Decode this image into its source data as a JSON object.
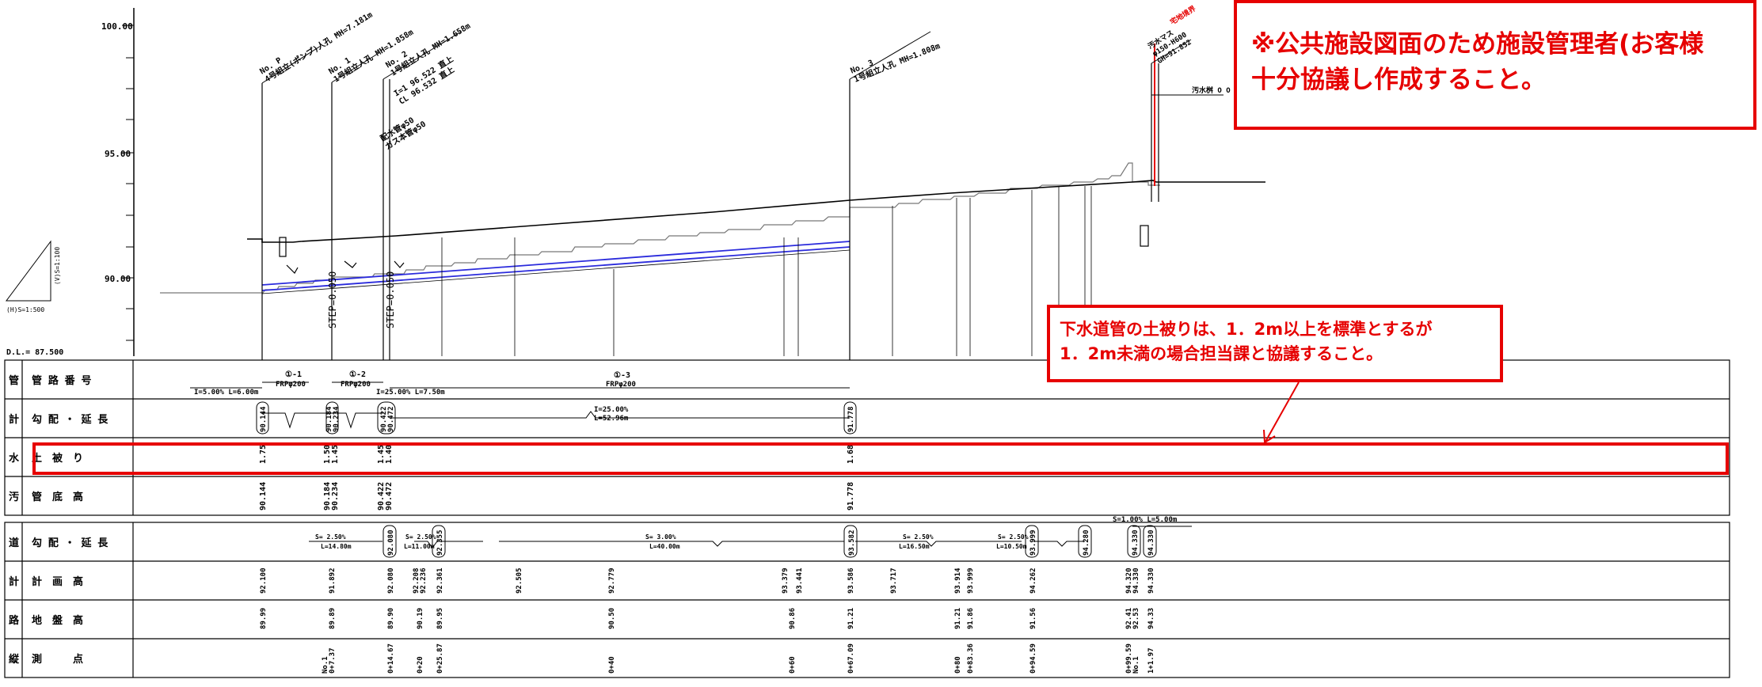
{
  "elevation_axis": {
    "labels": [
      "100.00",
      "95.00",
      "90.00"
    ],
    "datum": "D.L.= 87.500"
  },
  "scale_labels": {
    "vertical": "(V)S=1:100",
    "horizontal": "(H)S=1:500"
  },
  "structures": [
    {
      "id": "P",
      "label": "No. P",
      "detail": "4号組立(ポンプ)人孔 MH=7.181m"
    },
    {
      "id": "1",
      "label": "No. 1",
      "detail": "1号組立人孔 MH=1.858m"
    },
    {
      "id": "2",
      "label": "No. 2",
      "detail": "1号組立人孔 MH=1.658m"
    },
    {
      "id": "3",
      "label": "No. 3",
      "detail": "1号組立人孔 MH=1.808m"
    }
  ],
  "crossing_labels": [
    "I=1 96.522 直上",
    "CL 96.532 直上"
  ],
  "pipe_labels": [
    "配水管φ50",
    "ガス本管φ50"
  ],
  "end_labels": [
    "宅地境界",
    "汚水マス",
    "φ150-H600",
    "GH=91.852",
    "汚水桝 O O"
  ],
  "step_labels": [
    "STEP=0.050",
    "STEP=0.050"
  ],
  "notes": {
    "top_line1": "※公共施設図面のため施設管理者(お客様",
    "top_line2": "十分協議し作成すること。",
    "cover_line1": "下水道管の土被りは、1．2m以上を標準とするが",
    "cover_line2": "1．2m未満の場合担当課と協議すること。"
  },
  "groups": {
    "sewer": [
      "管",
      "計",
      "水",
      "汚"
    ],
    "road": [
      "道",
      "計",
      "路",
      "縦"
    ]
  },
  "rows": [
    {
      "label": "管 路 番 号"
    },
    {
      "label": "勾 配 ・ 延 長"
    },
    {
      "label": "土　被　り"
    },
    {
      "label": "管　底　高"
    },
    {
      "label": "勾 配 ・ 延 長"
    },
    {
      "label": "計　画　高"
    },
    {
      "label": "地　盤　高"
    },
    {
      "label": "測　　　点"
    }
  ],
  "pipe_numbers": {
    "first_slope": "I=5.00% L=6.00m",
    "p1": "①-1",
    "p1_spec": "FRPφ200",
    "p2": "①-2",
    "p2_spec": "FRPφ200",
    "p2_slope": "I=25.00% L=7.50m",
    "p3": "①-3",
    "p3_spec": "FRPφ200"
  },
  "sewer_slope": {
    "values": [
      "90.144",
      "90.184",
      "90.234",
      "90.422",
      "90.472",
      "91.778"
    ],
    "mid_slope": "I=25.00%",
    "mid_length": "L=52.96m"
  },
  "cover": [
    "1.75",
    "1.50",
    "1.45",
    "1.45",
    "1.40",
    "1.68"
  ],
  "invert": [
    "90.144",
    "90.184",
    "90.234",
    "90.422",
    "90.472",
    "91.778"
  ],
  "road_slope": {
    "end_slope": "S=1.00% L=5.00m",
    "boxed": [
      "92.080",
      "92.355",
      "93.582",
      "93.999",
      "94.280",
      "94.330",
      "94.330"
    ],
    "segments": [
      {
        "s": "S= 2.50%",
        "l": "L=14.80m"
      },
      {
        "s": "S= 2.50%",
        "l": "L=11.00m"
      },
      {
        "s": "S= 3.00%",
        "l": "L=40.00m"
      },
      {
        "s": "S= 2.50%",
        "l": "L=16.50m"
      },
      {
        "s": "S= 2.50%",
        "l": "L=10.50m"
      }
    ]
  },
  "plan_height": [
    "92.100",
    "91.892",
    "92.080",
    "92.208",
    "92.236",
    "92.361",
    "92.505",
    "92.779",
    "93.379",
    "93.441",
    "93.586",
    "93.717",
    "93.914",
    "93.999",
    "94.262",
    "94.320",
    "94.330",
    "94.330"
  ],
  "ground_height": [
    "89.99",
    "89.89",
    "89.90",
    "90.19",
    "89.95",
    "90.50",
    "90.86",
    "91.21",
    "91.21",
    "91.86",
    "91.56",
    "92.41",
    "92.53",
    "94.33"
  ],
  "stations": [
    "No.1",
    "0+7.37",
    "0+14.67",
    "0+20",
    "0+25.87",
    "0+40",
    "0+60",
    "0+67.09",
    "0+80",
    "0+83.36",
    "0+94.59",
    "0+99.59",
    "No.1",
    "1+1.97"
  ]
}
